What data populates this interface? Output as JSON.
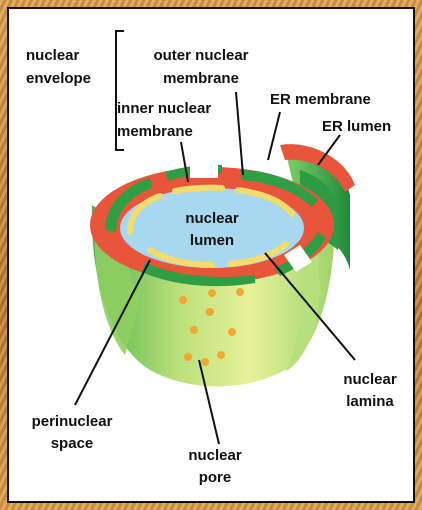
{
  "figure": {
    "labels": {
      "nuclear_envelope": [
        "nuclear",
        "envelope"
      ],
      "outer_nuclear_membrane": [
        "outer nuclear",
        "membrane"
      ],
      "inner_nuclear_membrane": [
        "inner nuclear",
        "membrane"
      ],
      "er_membrane": "ER membrane",
      "er_lumen": "ER lumen",
      "nuclear_lumen": [
        "nuclear",
        "lumen"
      ],
      "perinuclear_space": [
        "perinuclear",
        "space"
      ],
      "nuclear_pore": [
        "nuclear",
        "pore"
      ],
      "nuclear_lamina": [
        "nuclear",
        "lamina"
      ]
    }
  },
  "colors": {
    "panel_border": "#111111",
    "frame": "#c98a3c",
    "membrane_red": "#e8553a",
    "er_green": "#2f9e45",
    "inner_green": "#a7d86a",
    "lumen_blue": "#a8d8f0",
    "lamina_yellow": "#f4dc6a",
    "pore_orange": "#f0a830"
  }
}
